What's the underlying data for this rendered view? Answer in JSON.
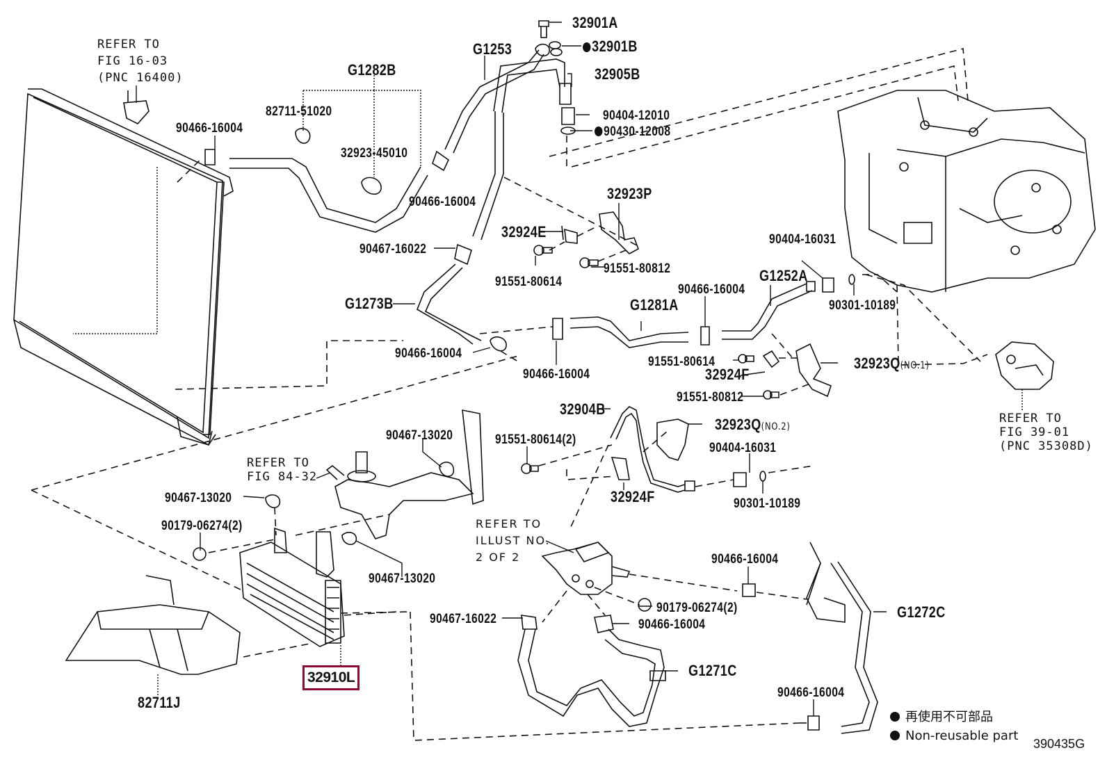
{
  "figure_id": "390435G",
  "highlighted_part": "32910L",
  "legend": {
    "items": [
      {
        "symbol": "filled-circle",
        "text": "再使用不可部品"
      },
      {
        "symbol": "filled-circle",
        "text": "Non-reusable part"
      }
    ]
  },
  "references": {
    "radiator_cap": [
      "REFER TO",
      "FIG 16-03",
      "(PNC 16400)"
    ],
    "pump": [
      "REFER TO",
      "FIG 84-32"
    ],
    "valve": [
      "REFER TO",
      "ILLUST NO.",
      "2 OF 2"
    ],
    "transaxle_pump": [
      "REFER TO",
      "FIG 39-01",
      "(PNC 35308D)"
    ]
  },
  "labels": {
    "p90466_a": "90466-16004",
    "p82711_51020": "82711-51020",
    "g1282b": "G1282B",
    "p32923_45010": "32923-45010",
    "p90466_b": "90466-16004",
    "g1253": "G1253",
    "p32901a": "32901A",
    "p32901b": "32901B",
    "p32905b": "32905B",
    "p90404_12010": "90404-12010",
    "p90430_12008": "90430-12008",
    "p32923p": "32923P",
    "p32924e": "32924E",
    "p90467_16022_a": "90467-16022",
    "p91551_80614_a": "91551-80614",
    "p91551_80812_a": "91551-80812",
    "g1273b": "G1273B",
    "p90466_c": "90466-16004",
    "p90466_d": "90466-16004",
    "g1281a": "G1281A",
    "p90466_e": "90466-16004",
    "g1252a": "G1252A",
    "p90404_16031_a": "90404-16031",
    "p90301_10189_a": "90301-10189",
    "p91551_80614_b": "91551-80614",
    "p32924f_a": "32924F",
    "p32923q1": "32923Q",
    "p32923q1_note": "(NO.1)",
    "p91551_80812_b": "91551-80812",
    "p32904b": "32904B",
    "p32923q2": "32923Q",
    "p32923q2_note": "(NO.2)",
    "p91551_80614_c": "91551-80614(2)",
    "p90404_16031_b": "90404-16031",
    "p32924f_b": "32924F",
    "p90301_10189_b": "90301-10189",
    "p90467_13020_a": "90467-13020",
    "p90467_13020_b": "90467-13020",
    "p90179_06274_a": "90179-06274(2)",
    "p90467_13020_c": "90467-13020",
    "p90466_f": "90466-16004",
    "p90179_06274_b": "90179-06274(2)",
    "p90467_16022_b": "90467-16022",
    "p90466_g": "90466-16004",
    "g1272c": "G1272C",
    "g1271c": "G1271C",
    "p90466_h": "90466-16004",
    "p32910l": "32910L",
    "p82711j": "82711J"
  }
}
